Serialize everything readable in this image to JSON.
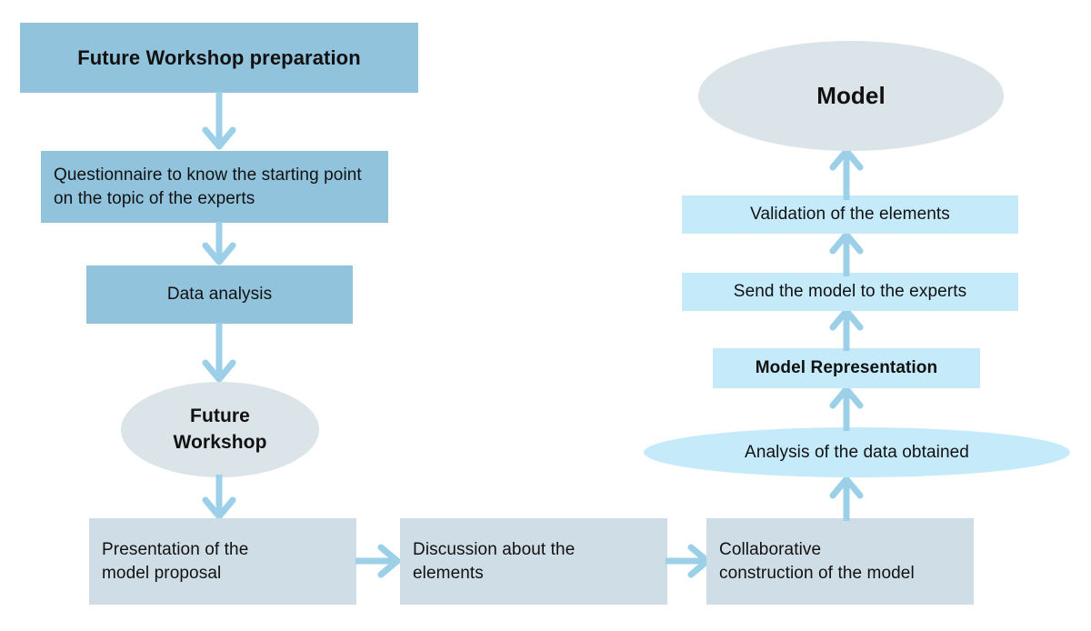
{
  "diagram": {
    "title": "Future Workshop model co-construction flow",
    "colors": {
      "node_mid_blue": "#92c3dd",
      "node_gray_blue": "#dbe4e9",
      "node_pale_blue": "#cfdde6",
      "node_cyan": "#c5ebfb",
      "arrow": "#9cd0e8",
      "text": "#111111",
      "background": "#ffffff"
    },
    "nodes": {
      "future_workshop_preparation": "Future Workshop preparation",
      "questionnaire": "Questionnaire to know the starting point on the topic of the experts",
      "data_analysis": "Data analysis",
      "future_workshop": "Future\nWorkshop",
      "future_workshop_line1": "Future",
      "future_workshop_line2": "Workshop",
      "presentation": "Presentation of the model proposal",
      "presentation_line1": "Presentation of the",
      "presentation_line2": "model proposal",
      "discussion": "Discussion about the elements",
      "discussion_line1": "Discussion about the",
      "discussion_line2": "elements",
      "collaborative": "Collaborative construction of the model",
      "collaborative_line1": "Collaborative",
      "collaborative_line2": "construction of the model",
      "analysis_of_data": "Analysis of the data obtained",
      "model_representation": "Model Representation",
      "send_model": "Send the model to the experts",
      "validation": "Validation of the elements",
      "model": "Model"
    },
    "edges": [
      {
        "from": "future_workshop_preparation",
        "to": "questionnaire",
        "direction": "down"
      },
      {
        "from": "questionnaire",
        "to": "data_analysis",
        "direction": "down"
      },
      {
        "from": "data_analysis",
        "to": "future_workshop",
        "direction": "down"
      },
      {
        "from": "future_workshop",
        "to": "presentation",
        "direction": "down"
      },
      {
        "from": "presentation",
        "to": "discussion",
        "direction": "right"
      },
      {
        "from": "discussion",
        "to": "collaborative",
        "direction": "right"
      },
      {
        "from": "collaborative",
        "to": "analysis_of_data",
        "direction": "up"
      },
      {
        "from": "analysis_of_data",
        "to": "model_representation",
        "direction": "up"
      },
      {
        "from": "model_representation",
        "to": "send_model",
        "direction": "up"
      },
      {
        "from": "send_model",
        "to": "validation",
        "direction": "up"
      },
      {
        "from": "validation",
        "to": "model",
        "direction": "up"
      }
    ]
  }
}
